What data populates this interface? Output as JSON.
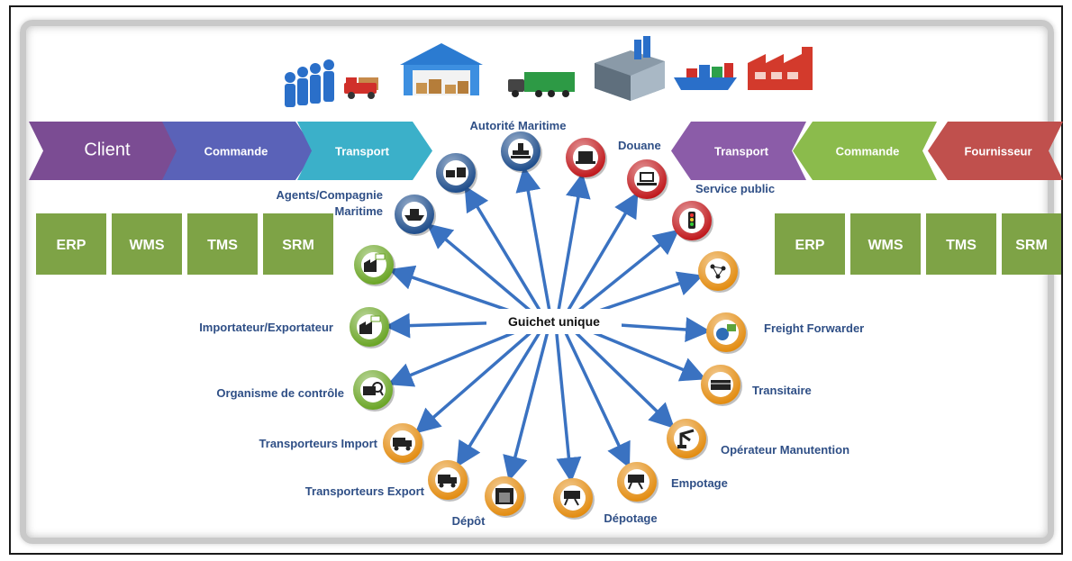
{
  "left_chain": [
    {
      "label": "Client",
      "color": "#7b4c93"
    },
    {
      "label": "Commande",
      "color": "#5a62b8"
    },
    {
      "label": "Transport",
      "color": "#3bb0c9"
    }
  ],
  "right_chain": [
    {
      "label": "Transport",
      "color": "#8b5ca8"
    },
    {
      "label": "Commande",
      "color": "#8bbb4c"
    },
    {
      "label": "Fournisseur",
      "color": "#c0504d"
    }
  ],
  "left_systems": [
    "ERP",
    "WMS",
    "TMS",
    "SRM"
  ],
  "right_systems": [
    "ERP",
    "WMS",
    "TMS",
    "SRM"
  ],
  "system_color": "#7ea346",
  "center_label": "Guichet unique",
  "nodes": [
    {
      "label": "Autorité Maritime",
      "icon": "customs-stamp-icon",
      "color": "#1e4d8b"
    },
    {
      "label": "",
      "icon": "ship-truck-icon",
      "color": "#1e4d8b"
    },
    {
      "label": "Douane",
      "icon": "customs-computer-icon",
      "color": "#c0181c"
    },
    {
      "label": "",
      "icon": "laptop-icon",
      "color": "#c0181c"
    },
    {
      "label": "Service public",
      "icon": "traffic-light-icon",
      "color": "#c0181c"
    },
    {
      "label": "Agents/Compagnie Maritime",
      "icon": "ship-agent-icon",
      "color": "#1e4d8b"
    },
    {
      "label": "",
      "icon": "factory-message-icon",
      "color": "#6aa525"
    },
    {
      "label": "",
      "icon": "network-icon",
      "color": "#e38c10"
    },
    {
      "label": "Importateur/Exportateur",
      "icon": "factory-message-icon",
      "color": "#6aa525"
    },
    {
      "label": "Freight Forwarder",
      "icon": "globe-exchange-icon",
      "color": "#e38c10"
    },
    {
      "label": "Organisme de contrôle",
      "icon": "inspection-icon",
      "color": "#6aa525"
    },
    {
      "label": "Transitaire",
      "icon": "container-icon",
      "color": "#e38c10"
    },
    {
      "label": "Transporteurs Import",
      "icon": "truck-icon",
      "color": "#e38c10"
    },
    {
      "label": "Opérateur Manutention",
      "icon": "crane-icon",
      "color": "#e38c10"
    },
    {
      "label": "Transporteurs Export",
      "icon": "truck-icon",
      "color": "#e38c10"
    },
    {
      "label": "Empotage",
      "icon": "forklift-container-icon",
      "color": "#e38c10"
    },
    {
      "label": "Dépôt",
      "icon": "warehouse-icon",
      "color": "#e38c10"
    },
    {
      "label": "Dépotage",
      "icon": "forklift-container-icon",
      "color": "#e38c10"
    }
  ],
  "top_icons": [
    "people-icon",
    "delivery-truck-icon",
    "warehouse-icon",
    "container-truck-icon",
    "building-icon",
    "cargo-ship-icon",
    "factory-icon"
  ],
  "arrow_color": "#3a72c1"
}
